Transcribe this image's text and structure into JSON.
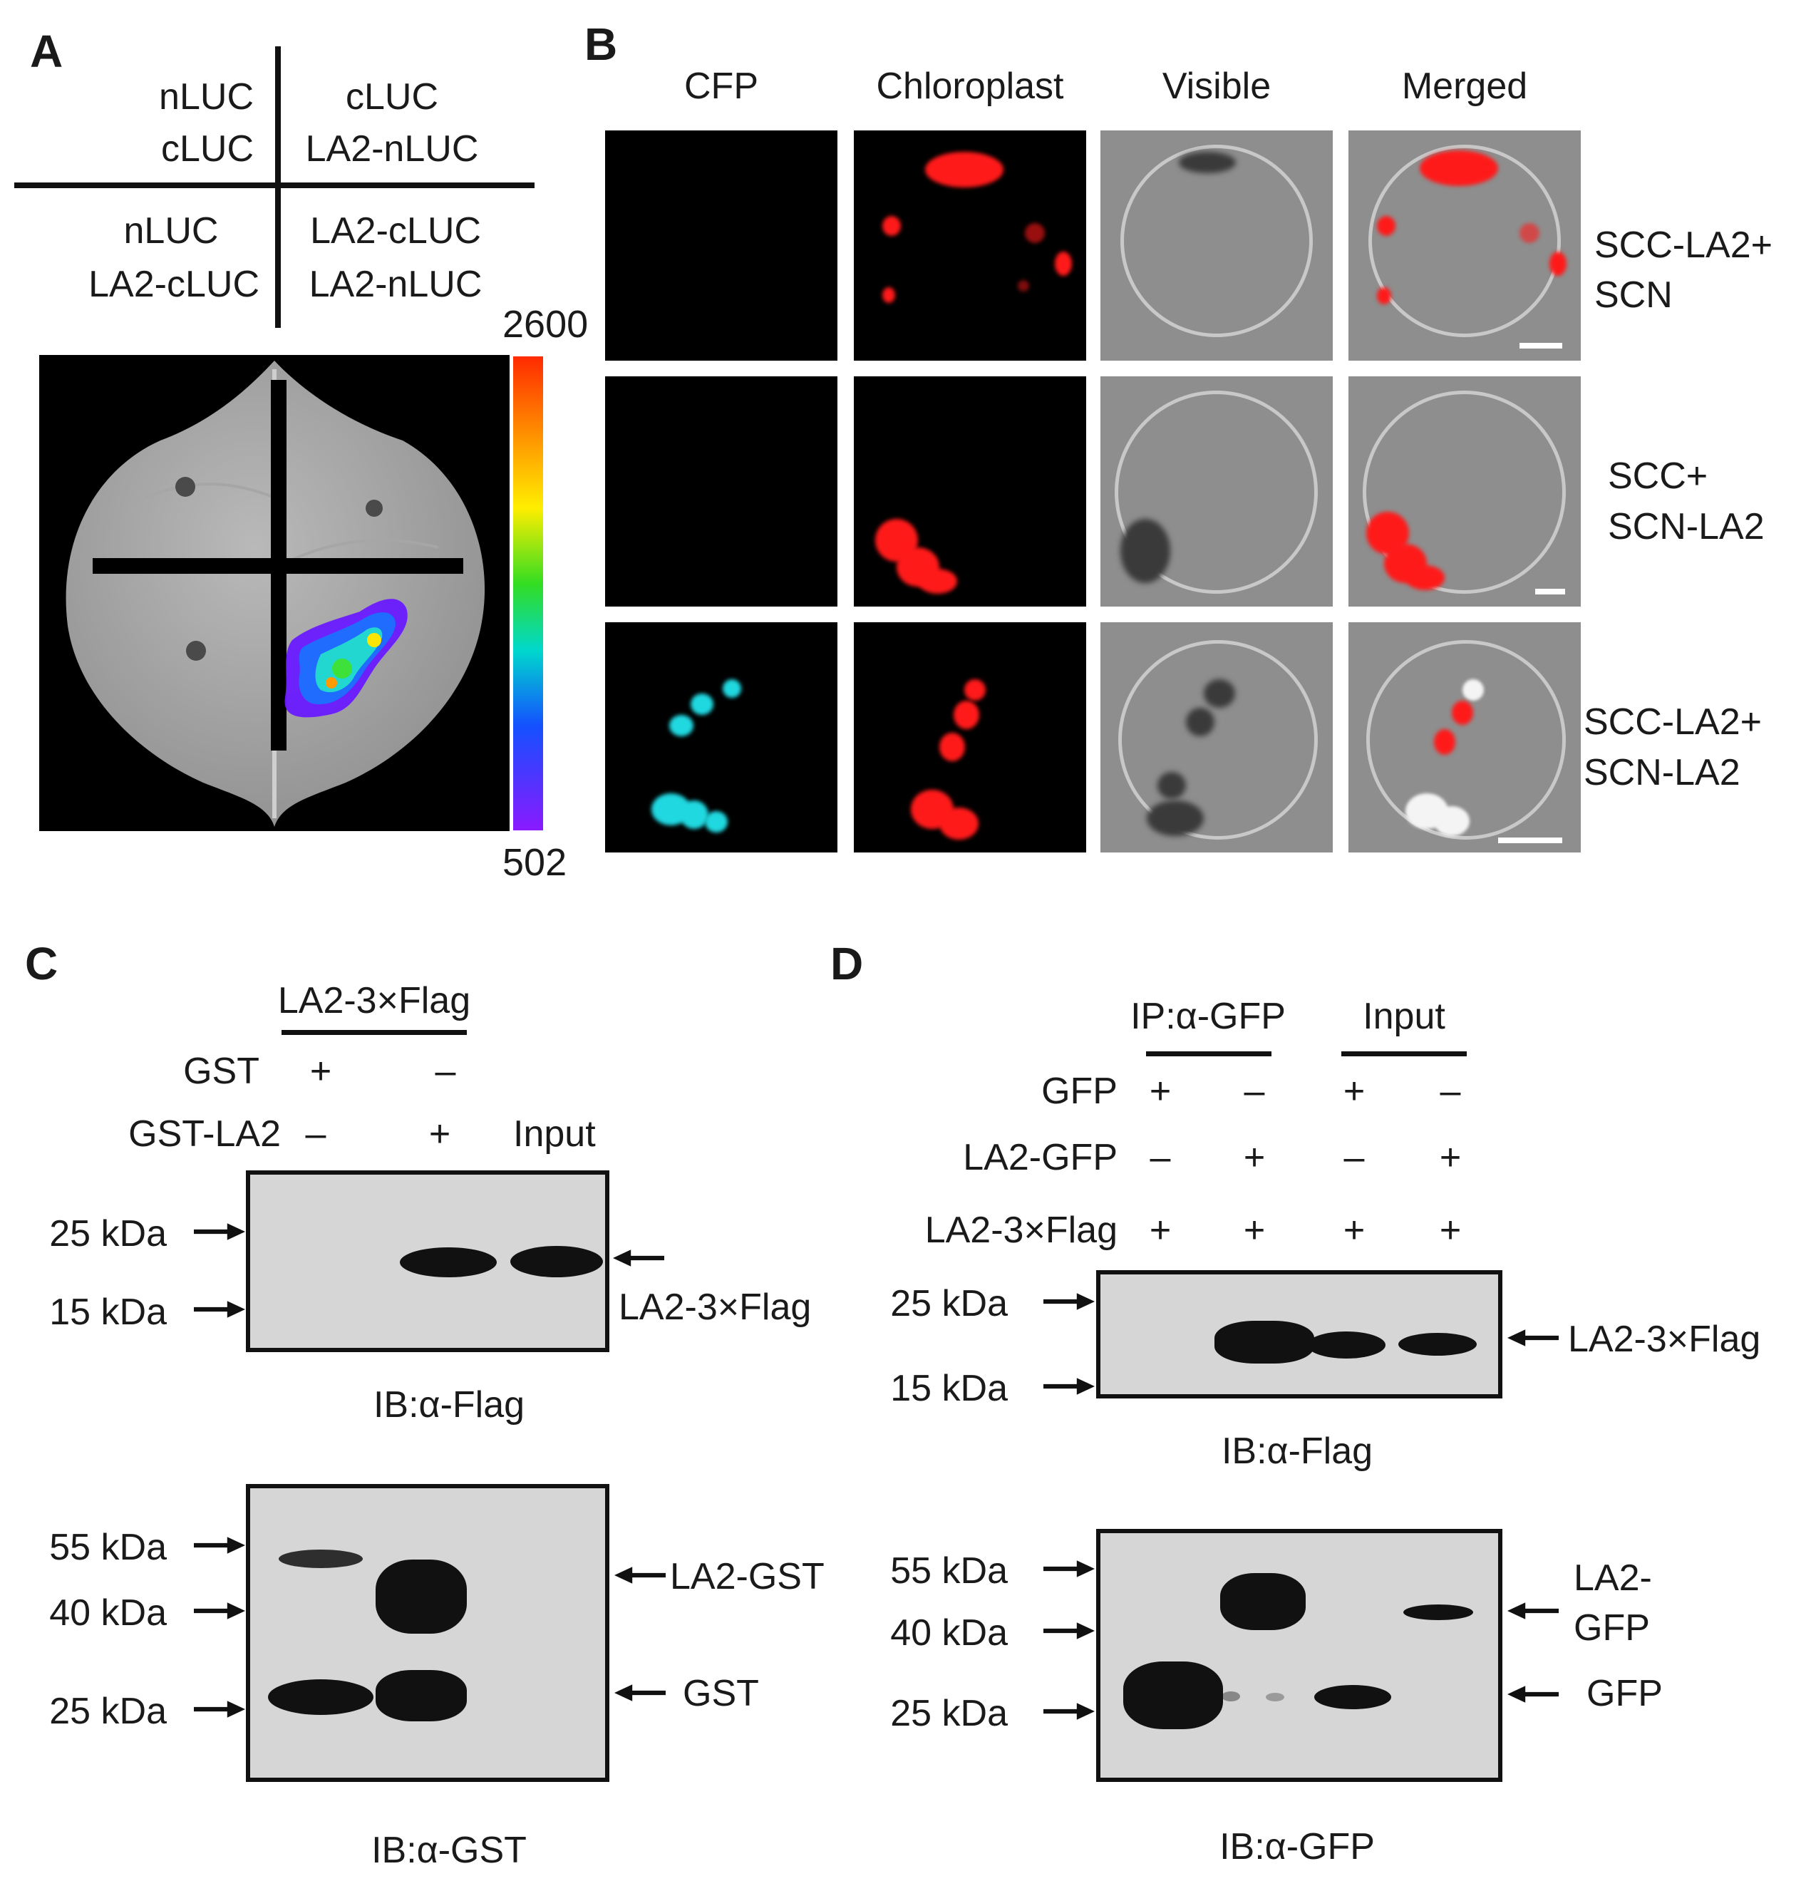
{
  "panel_a": {
    "label": "A",
    "grid": {
      "tl": [
        "nLUC",
        "cLUC"
      ],
      "tr": [
        "cLUC",
        "LA2-nLUC"
      ],
      "bl": [
        "nLUC",
        "LA2-cLUC"
      ],
      "br": [
        "LA2-cLUC",
        "LA2-nLUC"
      ]
    },
    "colorbar": {
      "max": "2600",
      "min": "502"
    }
  },
  "panel_b": {
    "label": "B",
    "columns": [
      "CFP",
      "Chloroplast",
      "Visible",
      "Merged"
    ],
    "rows": [
      [
        "SCC-LA2+",
        "SCN"
      ],
      [
        "SCC+",
        "SCN-LA2"
      ],
      [
        "SCC-LA2+",
        "SCN-LA2"
      ]
    ]
  },
  "panel_c": {
    "label": "C",
    "group_label": "LA2-3×Flag",
    "conditions": [
      {
        "name": "GST",
        "signs": [
          "+",
          "–"
        ]
      },
      {
        "name": "GST-LA2",
        "signs": [
          "–",
          "+"
        ]
      }
    ],
    "input_label": "Input",
    "blot1": {
      "markers": [
        "25 kDa",
        "15 kDa"
      ],
      "band_label": "LA2-3×Flag",
      "ib": "IB:α-Flag"
    },
    "blot2": {
      "markers": [
        "55 kDa",
        "40 kDa",
        "25 kDa"
      ],
      "band_labels": [
        "LA2-GST",
        "GST"
      ],
      "ib": "IB:α-GST"
    }
  },
  "panel_d": {
    "label": "D",
    "group_labels": [
      "IP:α-GFP",
      "Input"
    ],
    "conditions": [
      {
        "name": "GFP",
        "signs": [
          "+",
          "–",
          "+",
          "–"
        ]
      },
      {
        "name": "LA2-GFP",
        "signs": [
          "–",
          "+",
          "–",
          "+"
        ]
      },
      {
        "name": "LA2-3×Flag",
        "signs": [
          "+",
          "+",
          "+",
          "+"
        ]
      }
    ],
    "blot1": {
      "markers": [
        "25 kDa",
        "15 kDa"
      ],
      "band_label": "LA2-3×Flag",
      "ib": "IB:α-Flag"
    },
    "blot2": {
      "markers": [
        "55 kDa",
        "40 kDa",
        "25 kDa"
      ],
      "band_labels": [
        "LA2-",
        "GFP",
        "GFP"
      ],
      "ib": "IB:α-GFP"
    }
  }
}
